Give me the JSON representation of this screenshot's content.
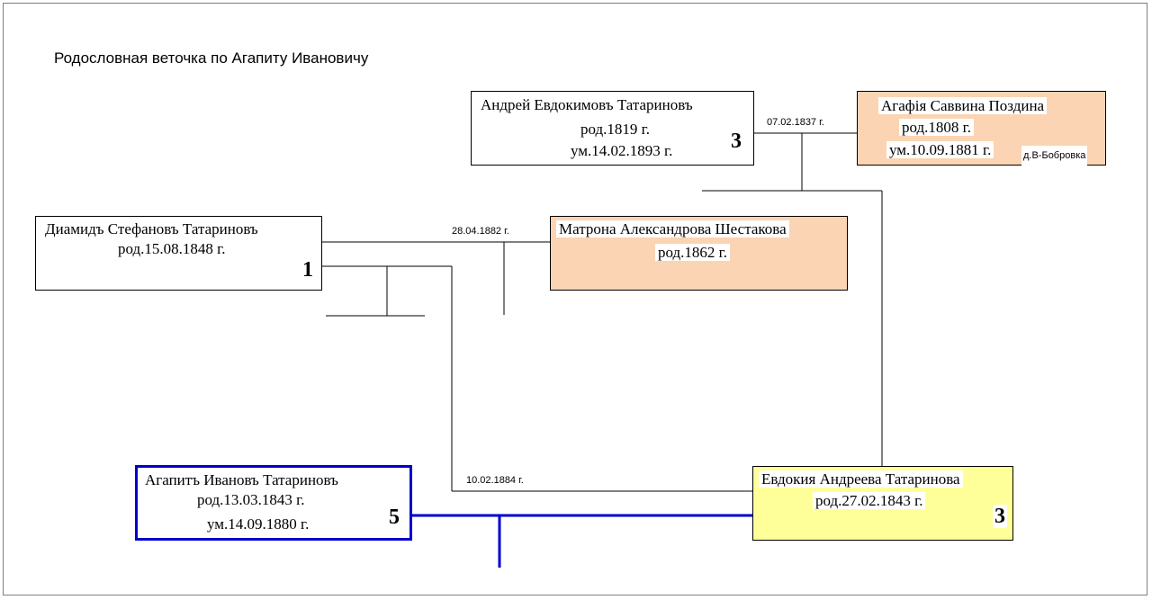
{
  "title": "Родословная веточка по Агапиту Ивановичу",
  "persons": {
    "andrey": {
      "name": "Андрей Евдокимовъ Татариновъ",
      "birth": "род.1819 г.",
      "death": "ум.14.02.1893 г.",
      "number": "3"
    },
    "agafia": {
      "name": "Агафія Саввина Поздина",
      "birth": "род.1808 г.",
      "death": "ум.10.09.1881 г.",
      "place": "д.В-Бобровка"
    },
    "diamid": {
      "name": "Диамидъ Стефановъ Татариновъ",
      "birth": "род.15.08.1848 г.",
      "number": "1"
    },
    "matrona": {
      "name": "Матрона Александрова Шестакова",
      "birth": "род.1862 г."
    },
    "agapit": {
      "name": "Агапитъ Ивановъ Татариновъ",
      "birth": "род.13.03.1843 г.",
      "death": "ум.14.09.1880 г.",
      "number": "5"
    },
    "evdokia": {
      "name": "Евдокия Андреева Татаринова",
      "birth": "род.27.02.1843 г.",
      "number": "3"
    }
  },
  "marriages": {
    "andrey_agafia": "07.02.1837 г.",
    "diamid_matrona": "28.04.1882 г.",
    "diamid_evdokia": "10.02.1884 г."
  },
  "colors": {
    "female_box": "#fbd4b4",
    "focus_female_box": "#ffff99",
    "focus_line": "#0000cc",
    "line": "#000000"
  }
}
